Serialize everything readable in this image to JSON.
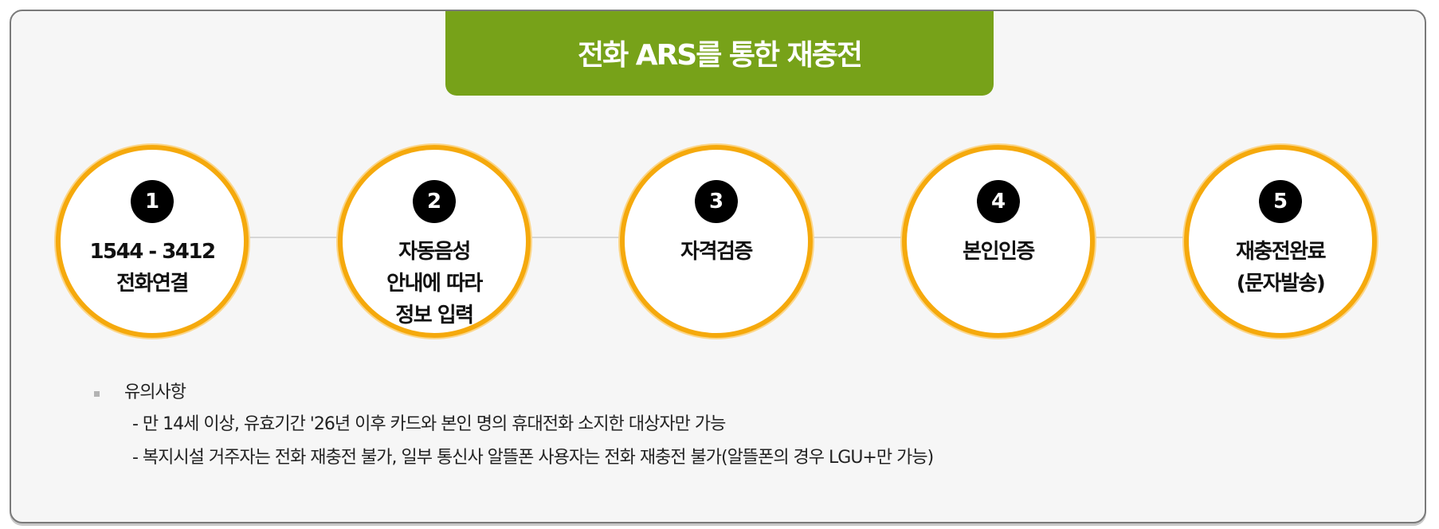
{
  "title": "전화 ARS를 통한 재충전",
  "colors": {
    "title_bg": "#77a219",
    "circle_border": "#f5a90c",
    "number_bg": "#000000",
    "panel_bg": "#f6f6f6"
  },
  "steps": [
    {
      "number": "1",
      "label": "1544 - 3412\n전화연결"
    },
    {
      "number": "2",
      "label": "자동음성\n안내에 따라\n정보 입력"
    },
    {
      "number": "3",
      "label": "자격검증"
    },
    {
      "number": "4",
      "label": "본인인증"
    },
    {
      "number": "5",
      "label": "재충전완료\n(문자발송)"
    }
  ],
  "notes": {
    "heading": "유의사항",
    "lines": [
      "- 만 14세 이상, 유효기간 '26년 이후 카드와 본인 명의 휴대전화 소지한 대상자만 가능",
      "- 복지시설 거주자는 전화 재충전 불가, 일부 통신사 알뜰폰 사용자는 전화 재충전 불가(알뜰폰의 경우 LGU+만 가능)"
    ]
  }
}
